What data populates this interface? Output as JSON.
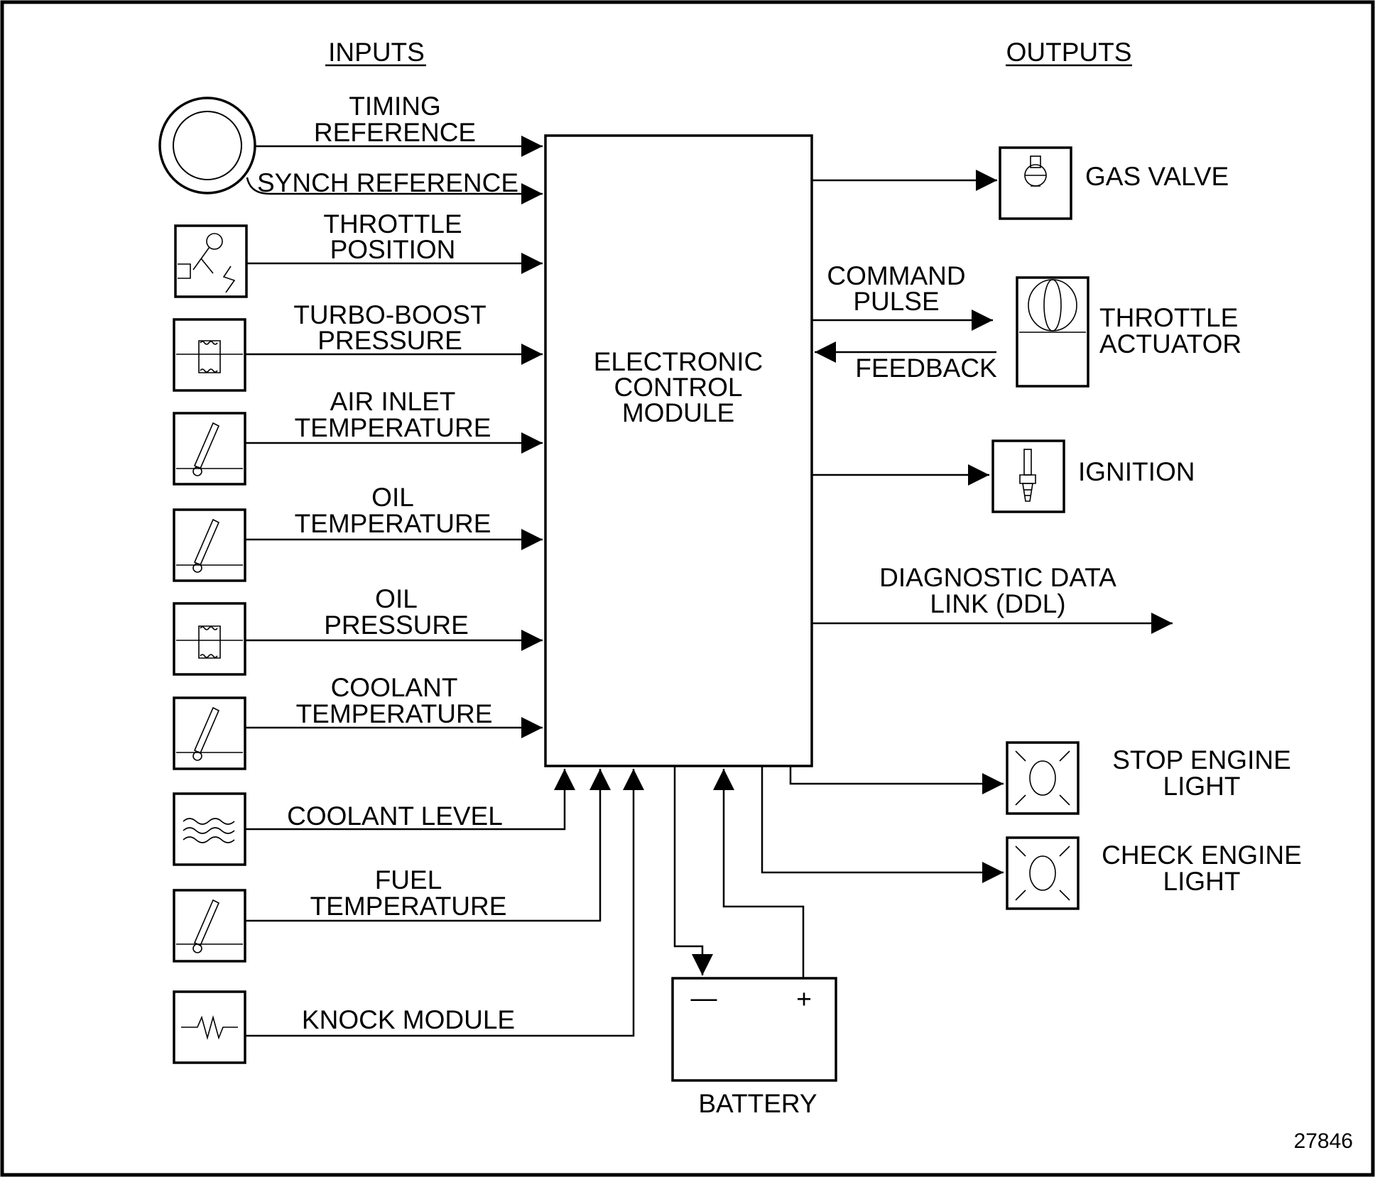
{
  "headers": {
    "inputs": "INPUTS",
    "outputs": "OUTPUTS"
  },
  "ecm": {
    "line1": "ELECTRONIC",
    "line2": "CONTROL",
    "line3": "MODULE"
  },
  "inputs": {
    "timing": {
      "line1": "TIMING",
      "line2": "REFERENCE"
    },
    "synch": "SYNCH REFERENCE",
    "throttle_position": {
      "line1": "THROTTLE",
      "line2": "POSITION"
    },
    "turbo_boost": {
      "line1": "TURBO-BOOST",
      "line2": "PRESSURE"
    },
    "air_inlet": {
      "line1": "AIR INLET",
      "line2": "TEMPERATURE"
    },
    "oil_temp": {
      "line1": "OIL",
      "line2": "TEMPERATURE"
    },
    "oil_pressure": {
      "line1": "OIL",
      "line2": "PRESSURE"
    },
    "coolant_temp": {
      "line1": "COOLANT",
      "line2": "TEMPERATURE"
    },
    "coolant_level": "COOLANT LEVEL",
    "fuel_temp": {
      "line1": "FUEL",
      "line2": "TEMPERATURE"
    },
    "knock": "KNOCK MODULE"
  },
  "outputs": {
    "gas_valve": "GAS VALVE",
    "command_pulse": {
      "line1": "COMMAND",
      "line2": "PULSE"
    },
    "feedback": "FEEDBACK",
    "throttle_actuator": {
      "line1": "THROTTLE",
      "line2": "ACTUATOR"
    },
    "ignition": "IGNITION",
    "ddl": {
      "line1": "DIAGNOSTIC DATA",
      "line2": "LINK (DDL)"
    },
    "stop_engine": {
      "line1": "STOP ENGINE",
      "line2": "LIGHT"
    },
    "check_engine": {
      "line1": "CHECK ENGINE",
      "line2": "LIGHT"
    }
  },
  "battery": {
    "label": "BATTERY",
    "minus": "—",
    "plus": "+"
  },
  "figure_number": "27846"
}
